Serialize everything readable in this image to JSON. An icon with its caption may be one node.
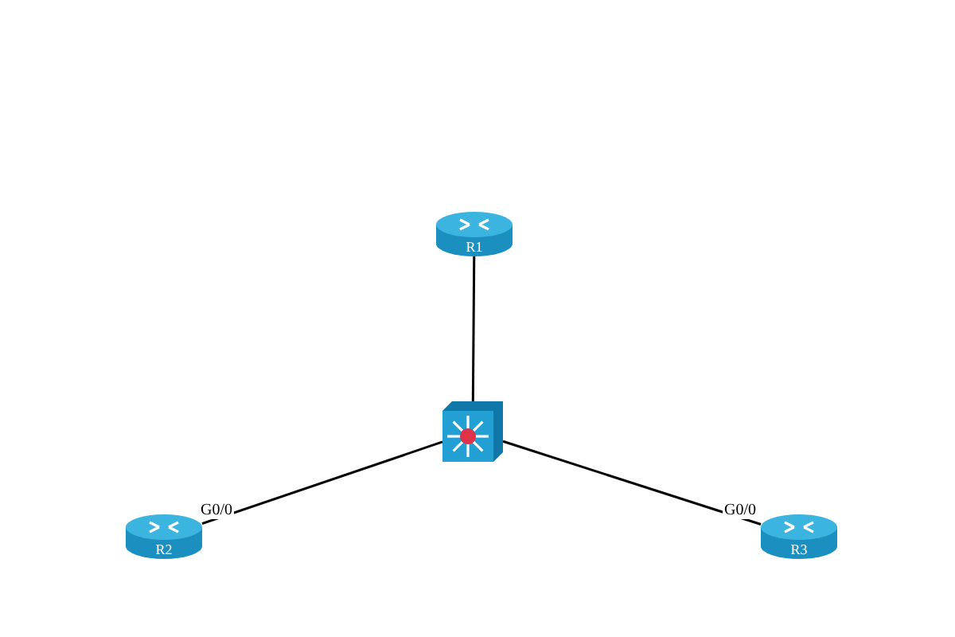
{
  "diagram": {
    "nodes": [
      {
        "text": [
          "R1"
        ]
      },
      {
        "text": [],
        "shape": "box"
      },
      {
        "text": [
          "R2"
        ]
      },
      {
        "text": [
          "R3"
        ]
      }
    ],
    "edges": [
      {
        "from": 1,
        "to": 0,
        "arrow": "none"
      },
      {
        "from": 1,
        "to": 2,
        "arrow": "none",
        "label": "G0/0"
      },
      {
        "from": 1,
        "to": 3,
        "arrow": "none",
        "label": "G0/0"
      }
    ]
  }
}
